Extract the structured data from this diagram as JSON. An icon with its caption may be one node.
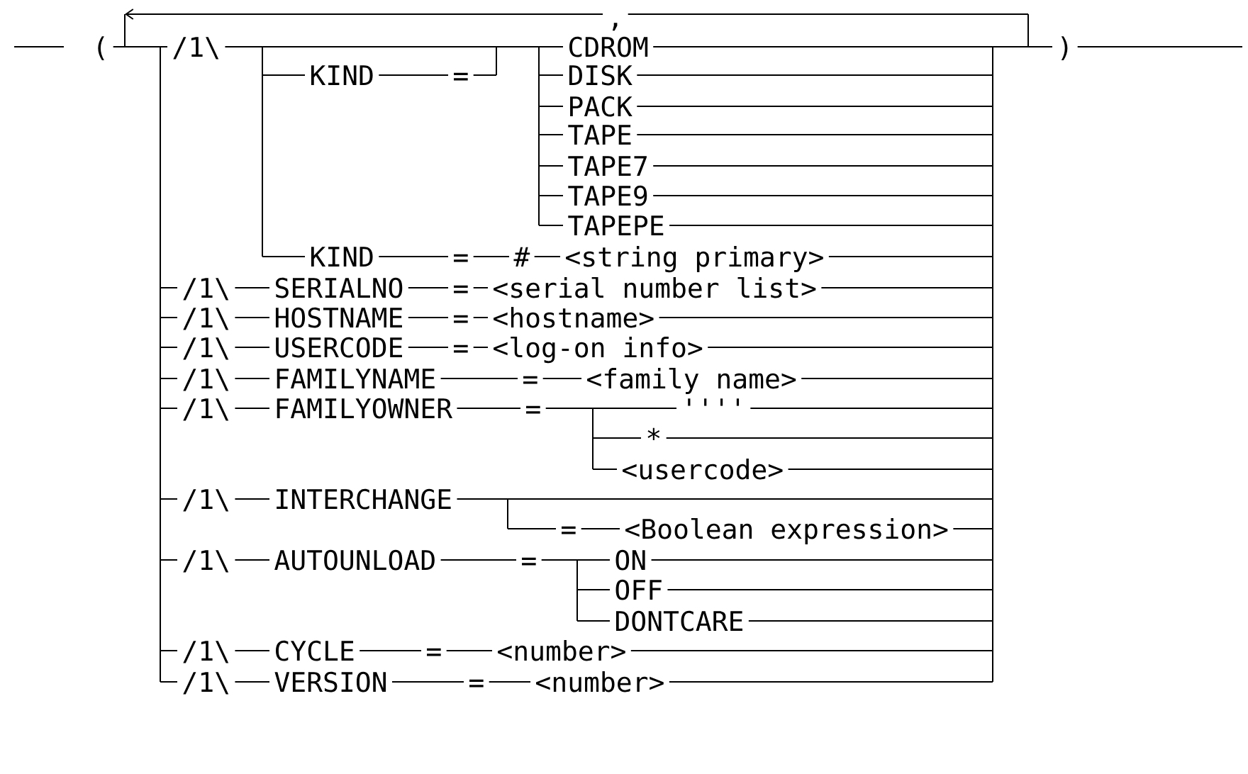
{
  "diagram": {
    "labels": [
      ",",
      "(",
      "/1\\",
      "CDROM",
      ")",
      "KIND",
      "=",
      "DISK",
      "PACK",
      "TAPE",
      "TAPE7",
      "TAPE9",
      "TAPEPE",
      "KIND",
      "=",
      "#",
      "<string primary>",
      "/1\\",
      "SERIALNO",
      "=",
      "<serial number list>",
      "/1\\",
      "HOSTNAME",
      "=",
      "<hostname>",
      "/1\\",
      "USERCODE",
      "=",
      "<log-on info>",
      "/1\\",
      "FAMILYNAME",
      "=",
      "<family name>",
      "/1\\",
      "FAMILYOWNER",
      "=",
      "''''",
      "*",
      "<usercode>",
      "/1\\",
      "INTERCHANGE",
      "=",
      "<Boolean expression>",
      "/1\\",
      "AUTOUNLOAD",
      "=",
      "ON",
      "OFF",
      "DONTCARE",
      "/1\\",
      "CYCLE",
      "=",
      "<number>",
      "/1\\",
      "VERSION",
      "=",
      "<number>"
    ]
  }
}
